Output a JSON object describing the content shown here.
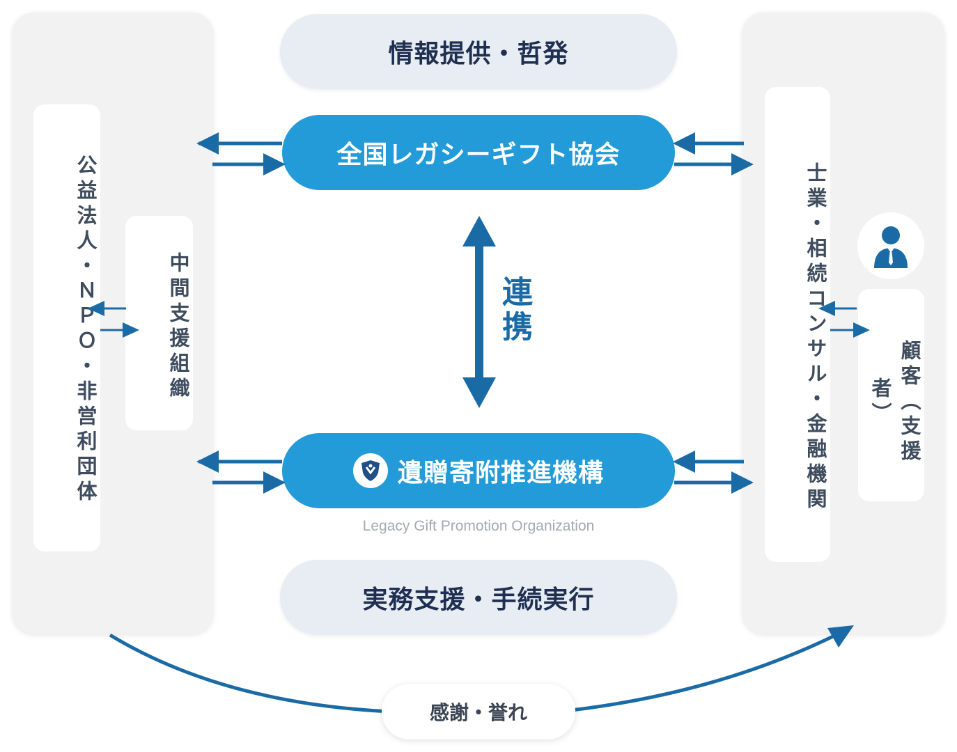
{
  "left_panel": {
    "public_org_label": "公益法人・ＮＰＯ・非営利団体",
    "intermediary_label": "中間支援組織"
  },
  "top_pill": {
    "label": "情報提供・哲発"
  },
  "association": {
    "label": "全国レガシーギフト協会"
  },
  "collaboration": {
    "label": "連携"
  },
  "organization": {
    "label": "遺贈寄附推進機構",
    "subtitle": "Legacy Gift Promotion Organization",
    "logo_icon": "shield-logo-icon"
  },
  "bottom_pill": {
    "label": "実務支援・手続実行"
  },
  "right_panel": {
    "professionals_label": "士業・相続コンサル・金融機関",
    "client_label": "顧客︵支援者︶",
    "avatar_icon": "person-icon"
  },
  "gratitude": {
    "label": "感謝・誉れ"
  },
  "colors": {
    "arrow": "#1a6ba5",
    "accent_blue": "#229bd8",
    "navy_text": "#1f2f52"
  }
}
